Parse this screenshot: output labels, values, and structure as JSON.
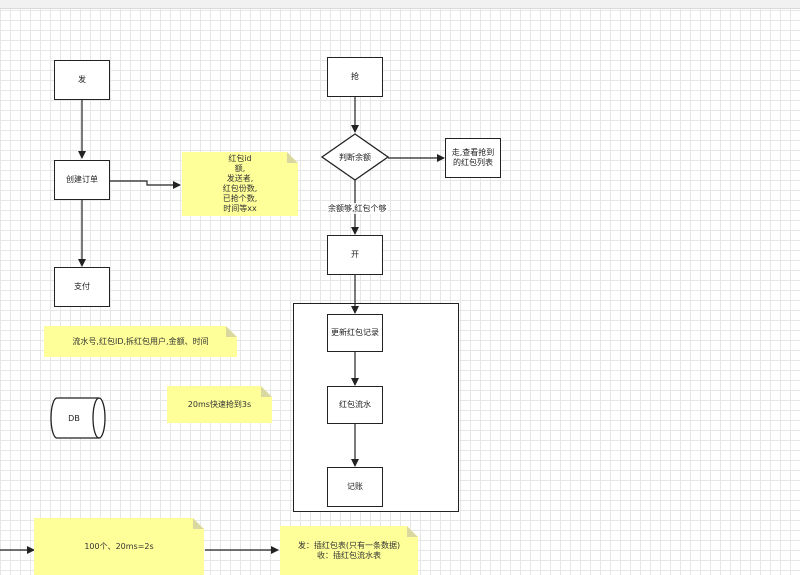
{
  "nodes": {
    "send": "发",
    "create_order": "创建订单",
    "pay": "支付",
    "grab": "抢",
    "check_balance": "判断余额",
    "go_view": "走,查看抢到\n的红包列表",
    "open": "开",
    "update_record": "更新红包记录",
    "flow": "红包流水",
    "account": "记账",
    "db": "DB"
  },
  "notes": {
    "hongbao_fields": "红包id\n额,\n发送者,\n红包份数,\n已抢个数,\n时间等xx",
    "flow_fields": "流水号,红包ID,拆红包用户,金额、时间",
    "speed": "20ms快速抢到3s",
    "throughput": "100个、20ms=2s",
    "insert": "发：插红包表(只有一条数据)\n收：插红包流水表"
  },
  "edge_labels": {
    "enough": "余额够,红包个够"
  }
}
